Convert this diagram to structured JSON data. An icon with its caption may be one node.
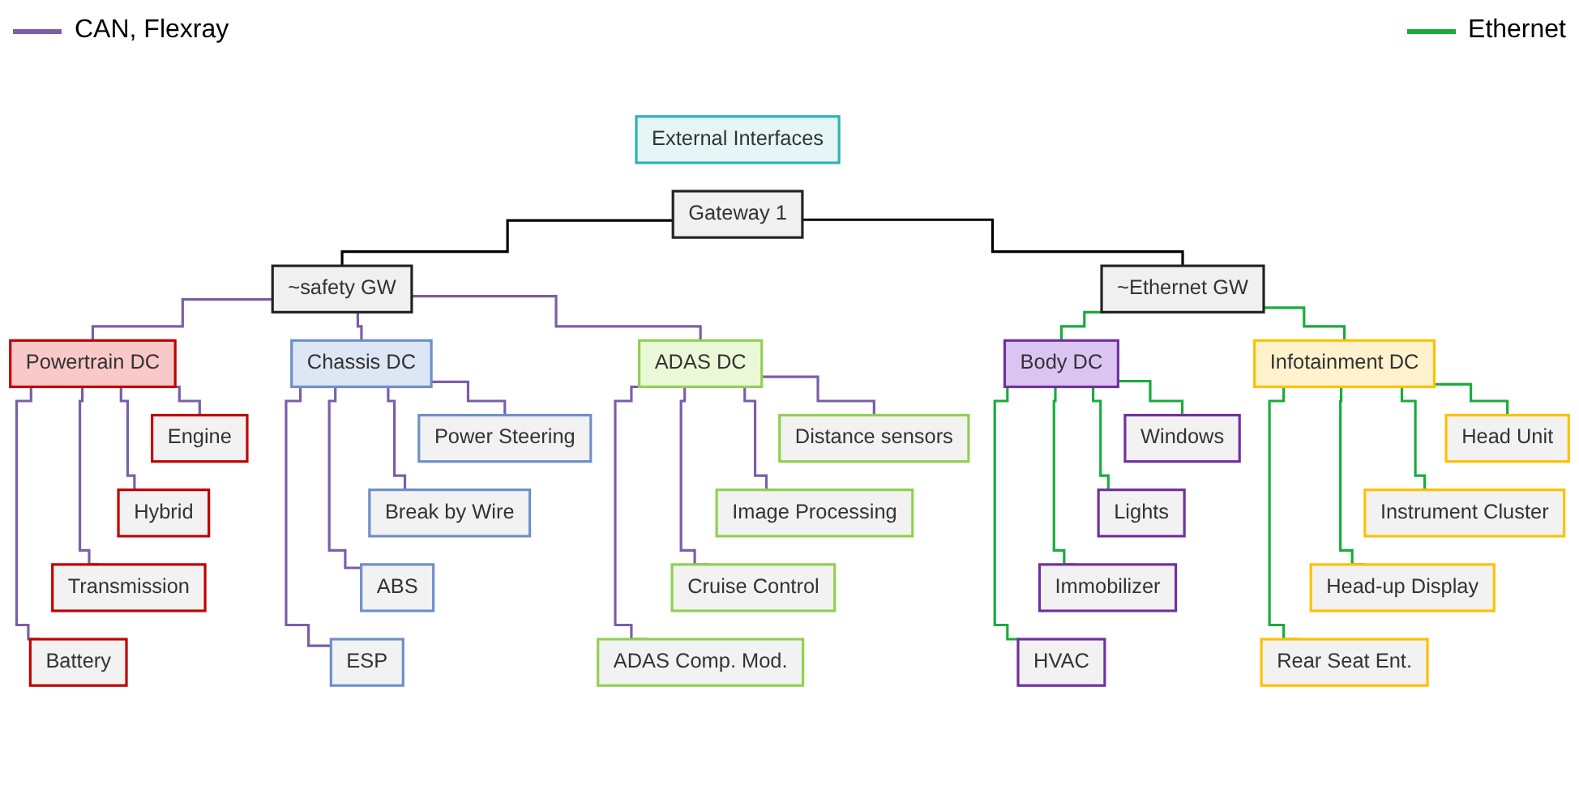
{
  "diagram": {
    "nodes": [
      {
        "text": [
          "External Interfaces"
        ]
      },
      {
        "text": [
          "Gateway 1"
        ]
      },
      {
        "text": [
          "~safety GW"
        ]
      },
      {
        "text": [
          "~Ethernet GW"
        ]
      },
      {
        "text": [
          "Powertrain DC"
        ]
      },
      {
        "text": [
          "Chassis DC"
        ]
      },
      {
        "text": [
          "ADAS DC"
        ]
      },
      {
        "text": [
          "Body DC"
        ]
      },
      {
        "text": [
          "Infotainment DC"
        ]
      },
      {
        "text": [
          "Engine"
        ]
      },
      {
        "text": [
          "Hybrid"
        ]
      },
      {
        "text": [
          "Transmission"
        ]
      },
      {
        "text": [
          "Battery"
        ]
      },
      {
        "text": [
          "Power Steering"
        ]
      },
      {
        "text": [
          "Break by Wire"
        ]
      },
      {
        "text": [
          "ABS"
        ]
      },
      {
        "text": [
          "ESP"
        ]
      },
      {
        "text": [
          "Distance sensors"
        ]
      },
      {
        "text": [
          "Image Processing"
        ]
      },
      {
        "text": [
          "Cruise Control"
        ]
      },
      {
        "text": [
          "ADAS Comp. Mod."
        ]
      },
      {
        "text": [
          "Windows"
        ]
      },
      {
        "text": [
          "Lights"
        ]
      },
      {
        "text": [
          "Immobilizer"
        ]
      },
      {
        "text": [
          "HVAC"
        ]
      },
      {
        "text": [
          "Head Unit"
        ]
      },
      {
        "text": [
          "Instrument Cluster"
        ]
      },
      {
        "text": [
          "Head-up Display"
        ]
      },
      {
        "text": [
          "Rear Seat Ent."
        ]
      }
    ],
    "edges": [
      {
        "from": 1,
        "to": 2,
        "arrow": "none",
        "color": "#000000"
      },
      {
        "from": 1,
        "to": 3,
        "arrow": "none",
        "color": "#000000"
      },
      {
        "from": 2,
        "to": 4,
        "arrow": "none"
      },
      {
        "from": 2,
        "to": 5,
        "arrow": "none"
      },
      {
        "from": 2,
        "to": 6,
        "arrow": "none"
      },
      {
        "from": 3,
        "to": 7,
        "arrow": "none",
        "color": "#1aab3c"
      },
      {
        "from": 3,
        "to": 8,
        "arrow": "none",
        "color": "#1aab3c"
      },
      {
        "from": 4,
        "to": 9,
        "arrow": "none"
      },
      {
        "from": 4,
        "to": 10,
        "arrow": "none"
      },
      {
        "from": 4,
        "to": 11,
        "arrow": "none"
      },
      {
        "from": 4,
        "to": 12,
        "arrow": "none"
      },
      {
        "from": 5,
        "to": 13,
        "arrow": "none"
      },
      {
        "from": 5,
        "to": 14,
        "arrow": "none"
      },
      {
        "from": 5,
        "to": 15,
        "arrow": "none"
      },
      {
        "from": 5,
        "to": 16,
        "arrow": "none"
      },
      {
        "from": 6,
        "to": 17,
        "arrow": "none"
      },
      {
        "from": 6,
        "to": 18,
        "arrow": "none"
      },
      {
        "from": 6,
        "to": 19,
        "arrow": "none"
      },
      {
        "from": 6,
        "to": 20,
        "arrow": "none"
      },
      {
        "from": 7,
        "to": 21,
        "arrow": "none",
        "color": "#1aab3c"
      },
      {
        "from": 7,
        "to": 22,
        "arrow": "none",
        "color": "#1aab3c"
      },
      {
        "from": 7,
        "to": 23,
        "arrow": "none",
        "color": "#1aab3c"
      },
      {
        "from": 7,
        "to": 24,
        "arrow": "none",
        "color": "#1aab3c"
      },
      {
        "from": 8,
        "to": 25,
        "arrow": "none",
        "color": "#1aab3c"
      },
      {
        "from": 8,
        "to": 26,
        "arrow": "none",
        "color": "#1aab3c"
      },
      {
        "from": 8,
        "to": 27,
        "arrow": "none",
        "color": "#1aab3c"
      },
      {
        "from": 8,
        "to": 28,
        "arrow": "none",
        "color": "#1aab3c"
      }
    ],
    "legend": [
      {
        "text": "CAN, Flexray"
      },
      {
        "text": "Ethernet"
      }
    ]
  }
}
